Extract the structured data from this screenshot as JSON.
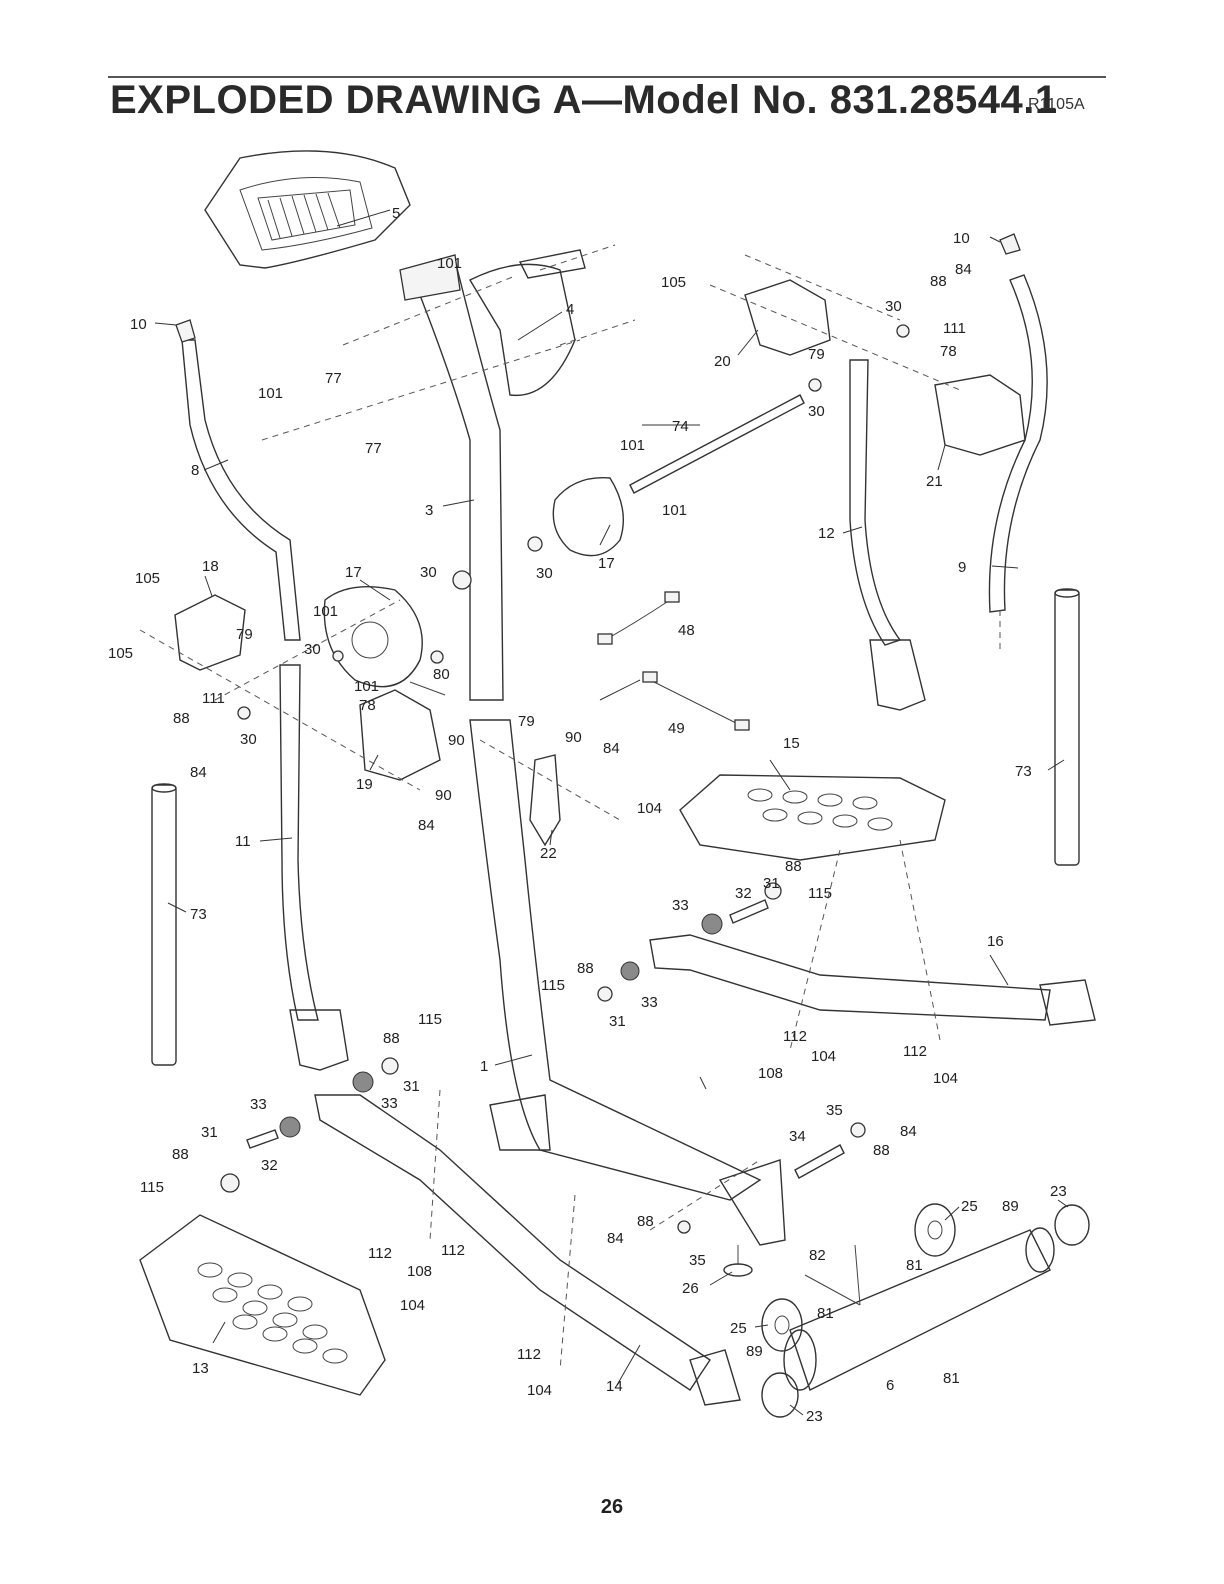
{
  "header": {
    "title": "EXPLODED DRAWING A—Model No. 831.28544.1",
    "drawing_code": "R1105A"
  },
  "footer": {
    "page_number": "26"
  },
  "callouts": {
    "p1": "1",
    "p3": "3",
    "p4": "4",
    "p5": "5",
    "p6": "6",
    "p8": "8",
    "p9": "9",
    "p10": "10",
    "p11": "11",
    "p12": "12",
    "p13": "13",
    "p14": "14",
    "p15": "15",
    "p16": "16",
    "p17": "17",
    "p18": "18",
    "p19": "19",
    "p20": "20",
    "p21": "21",
    "p22": "22",
    "p23": "23",
    "p25": "25",
    "p26": "26",
    "p30": "30",
    "p31": "31",
    "p32": "32",
    "p33": "33",
    "p34": "34",
    "p35": "35",
    "p48": "48",
    "p49": "49",
    "p73": "73",
    "p74": "74",
    "p77": "77",
    "p78": "78",
    "p79": "79",
    "p80": "80",
    "p81": "81",
    "p82": "82",
    "p84": "84",
    "p88": "88",
    "p89": "89",
    "p90": "90",
    "p101": "101",
    "p104": "104",
    "p105": "105",
    "p108": "108",
    "p111": "111",
    "p112": "112",
    "p115": "115"
  }
}
